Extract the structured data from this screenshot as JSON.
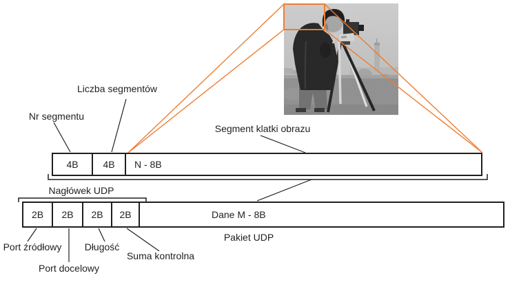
{
  "diagram": {
    "photo": {
      "icon": "cameraman-test-image"
    },
    "colors": {
      "highlight_orange": "#ED7D31",
      "line_black": "#1f1f1f",
      "text": "#1f1f1f"
    },
    "labels": {
      "nr_segmentu": "Nr segmentu",
      "liczba_segmentow": "Liczba segmentów",
      "segment_klatki_obrazu": "Segment klatki obrazu",
      "naglowek_udp": "Nagłówek UDP",
      "pakiet_udp": "Pakiet UDP",
      "port_zrodlowy": "Port źródłowy",
      "port_docelowy": "Port docelowy",
      "dlugosc": "Długość",
      "suma_kontrolna": "Suma kontrolna"
    },
    "segment_bar": {
      "fields": [
        {
          "label": "4B"
        },
        {
          "label": "4B"
        },
        {
          "label": "N - 8B"
        }
      ]
    },
    "packet_bar": {
      "fields": [
        {
          "label": "2B"
        },
        {
          "label": "2B"
        },
        {
          "label": "2B"
        },
        {
          "label": "2B"
        },
        {
          "label": "Dane M - 8B"
        }
      ]
    }
  }
}
